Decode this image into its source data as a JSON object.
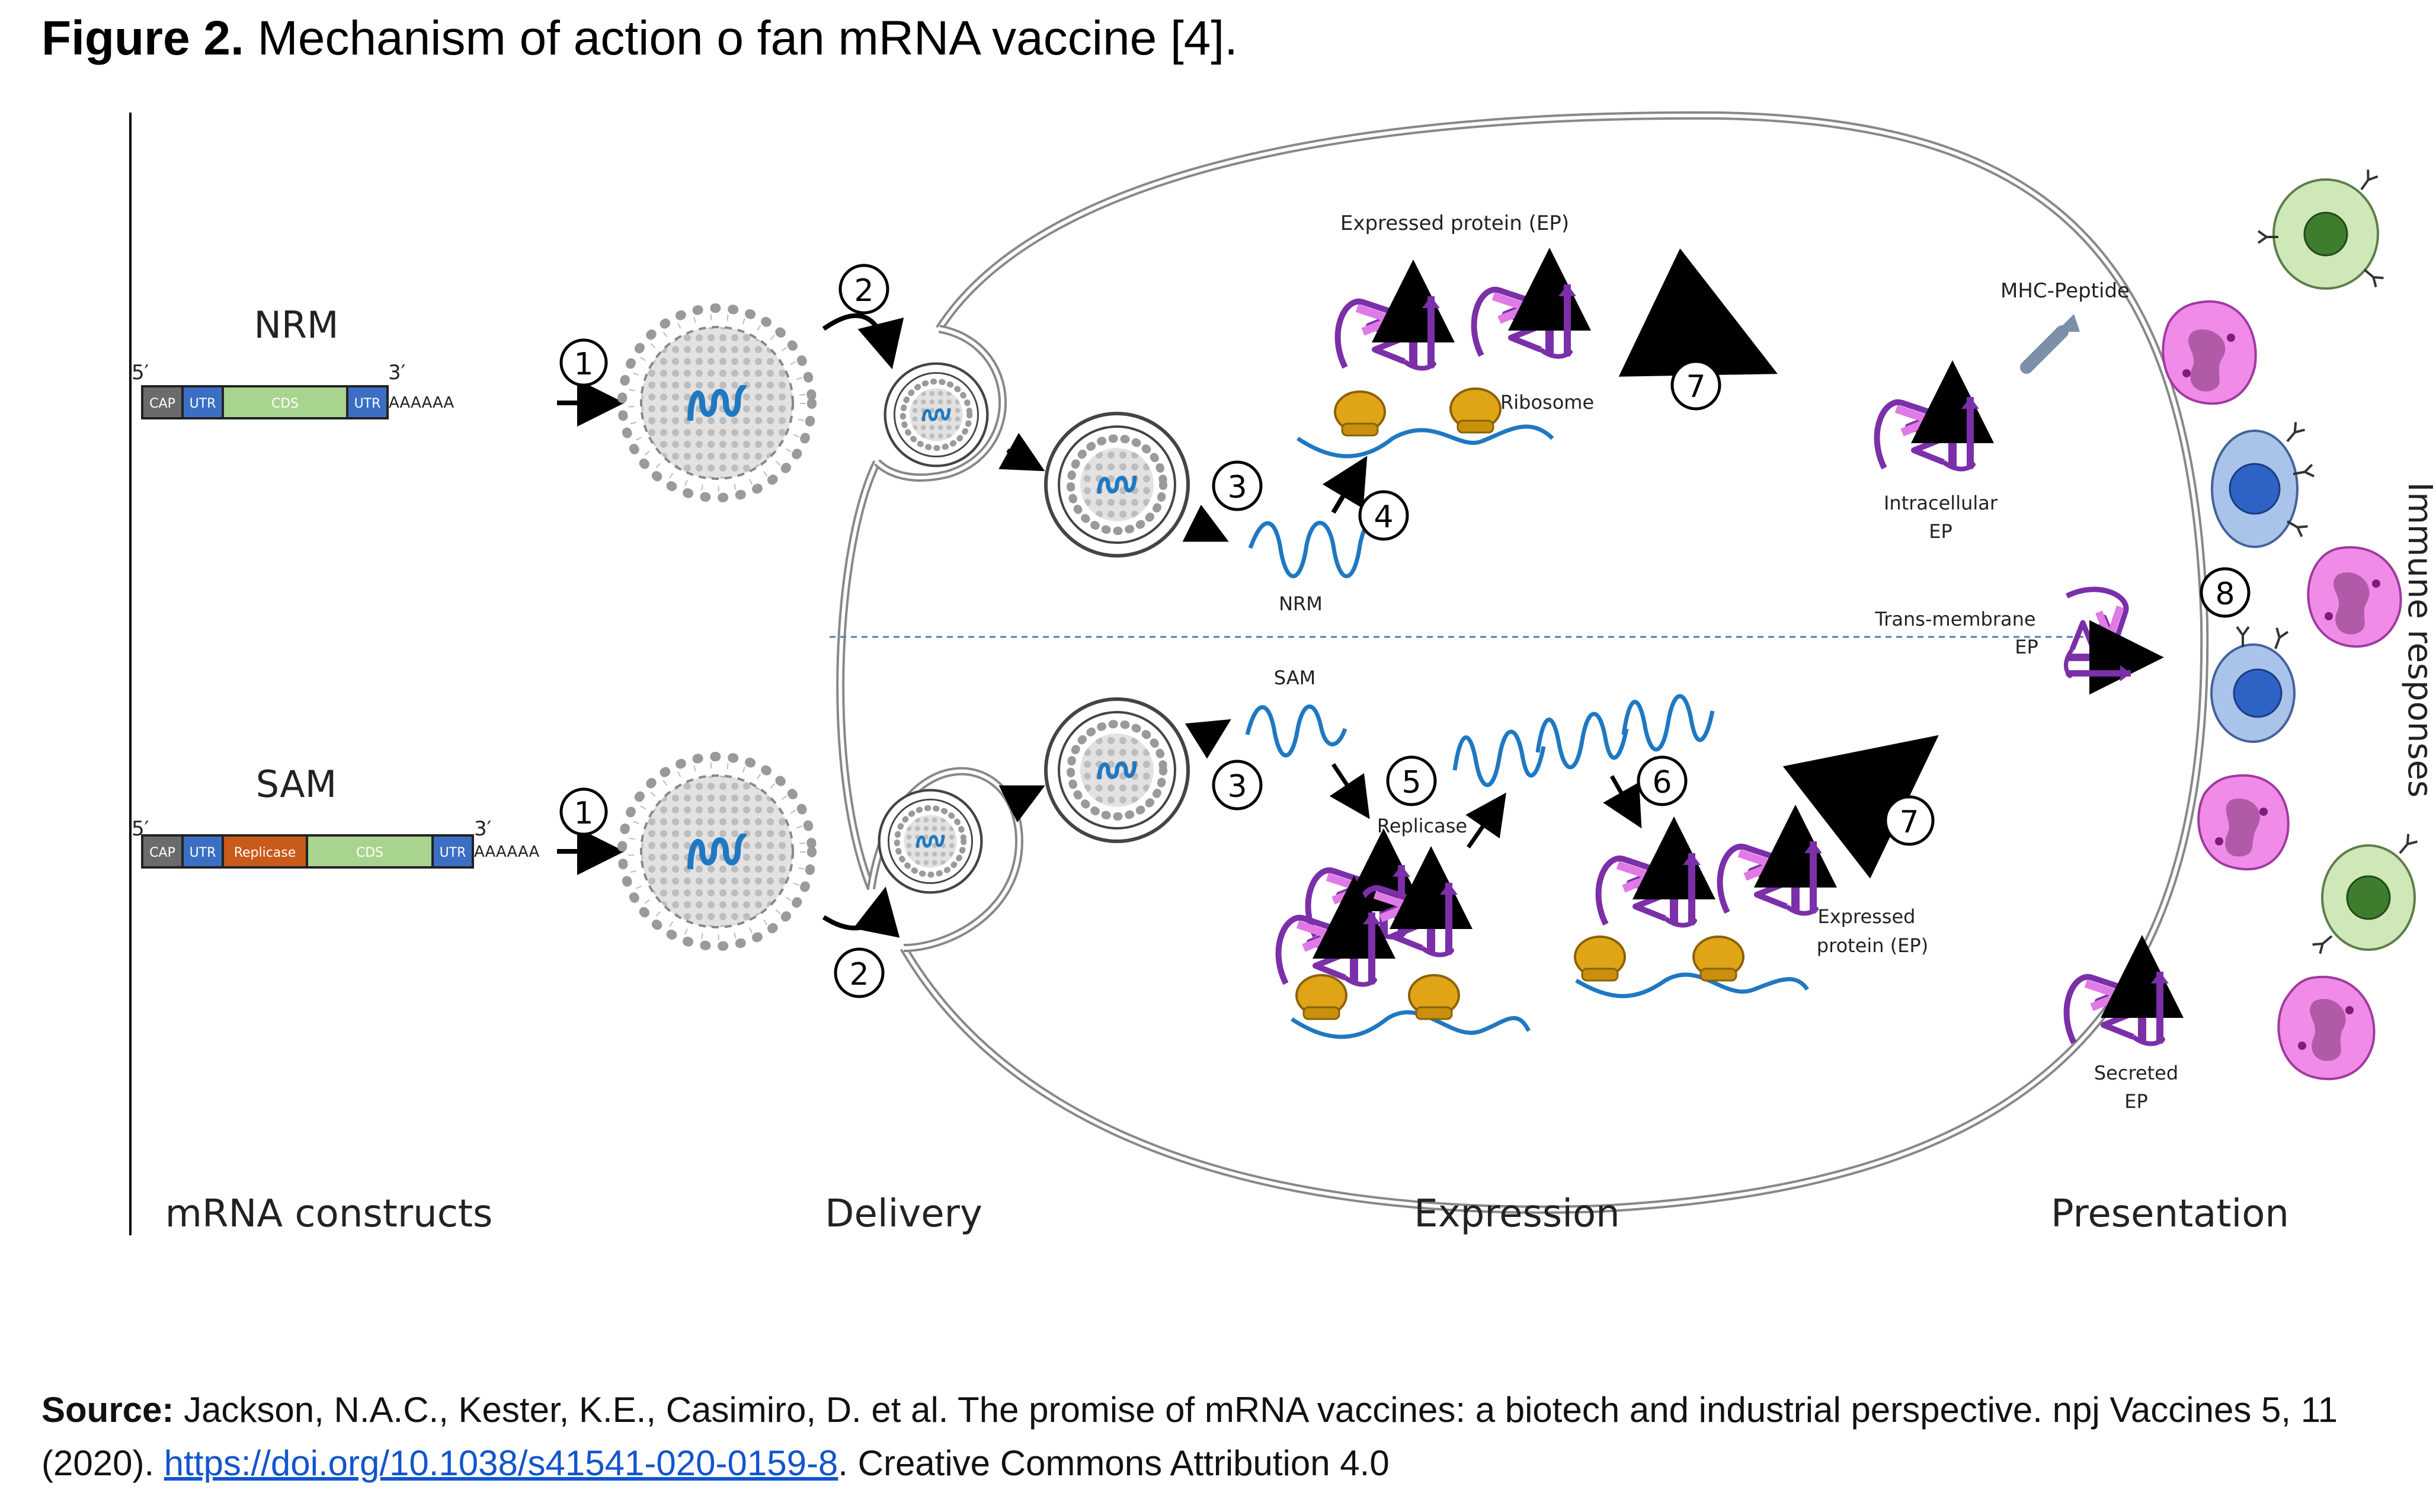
{
  "figure": {
    "label": "Figure 2.",
    "caption": "Mechanism of action o fan mRNA vaccine [4]."
  },
  "constructs": {
    "nrm": {
      "name": "NRM",
      "five_prime": "5′",
      "three_prime": "3′",
      "segments": [
        "CAP",
        "UTR",
        "CDS",
        "UTR"
      ],
      "tail": "AAAAAA"
    },
    "sam": {
      "name": "SAM",
      "five_prime": "5′",
      "three_prime": "3′",
      "segments": [
        "CAP",
        "UTR",
        "Replicase",
        "CDS",
        "UTR"
      ],
      "tail": "AAAAAA"
    }
  },
  "steps": {
    "s1": "1",
    "s2": "2",
    "s3": "3",
    "s4": "4",
    "s5": "5",
    "s6": "6",
    "s7": "7",
    "s8": "8"
  },
  "labels": {
    "expressed_protein_top": "Expressed protein (EP)",
    "ribosome": "Ribosome",
    "nrm_strand": "NRM",
    "sam_strand": "SAM",
    "replicase": "Replicase",
    "expressed_protein_bottom_1": "Expressed",
    "expressed_protein_bottom_2": "protein (EP)",
    "mhc_peptide": "MHC-Peptide",
    "intracellular_1": "Intracellular",
    "intracellular_2": "EP",
    "transmembrane_1": "Trans-membrane",
    "transmembrane_2": "EP",
    "secreted_1": "Secreted",
    "secreted_2": "EP",
    "immune_responses": "Immune responses"
  },
  "stages": [
    "mRNA constructs",
    "Delivery",
    "Expression",
    "Presentation"
  ],
  "colors": {
    "cap": "#6b6b6b",
    "utr": "#3a6fc4",
    "cds": "#a9d48f",
    "replicase": "#c85a1a",
    "rna": "#1f78c1",
    "protein_dark": "#7b2fa8",
    "protein_light": "#e07ae6",
    "ribosome": "#e0a417",
    "cell_green": "#cfe8b8",
    "cell_blue": "#a9c3ea",
    "cell_pink": "#f08ce8"
  },
  "source": {
    "label": "Source:",
    "text": "Jackson, N.A.C., Kester, K.E., Casimiro, D. et al. The promise of mRNA vaccines: a biotech and industrial perspective. npj Vaccines 5, 11 (2020).",
    "link": "https://doi.org/10.1038/s41541-020-0159-8",
    "license": ". Creative Commons Attribution 4.0"
  }
}
